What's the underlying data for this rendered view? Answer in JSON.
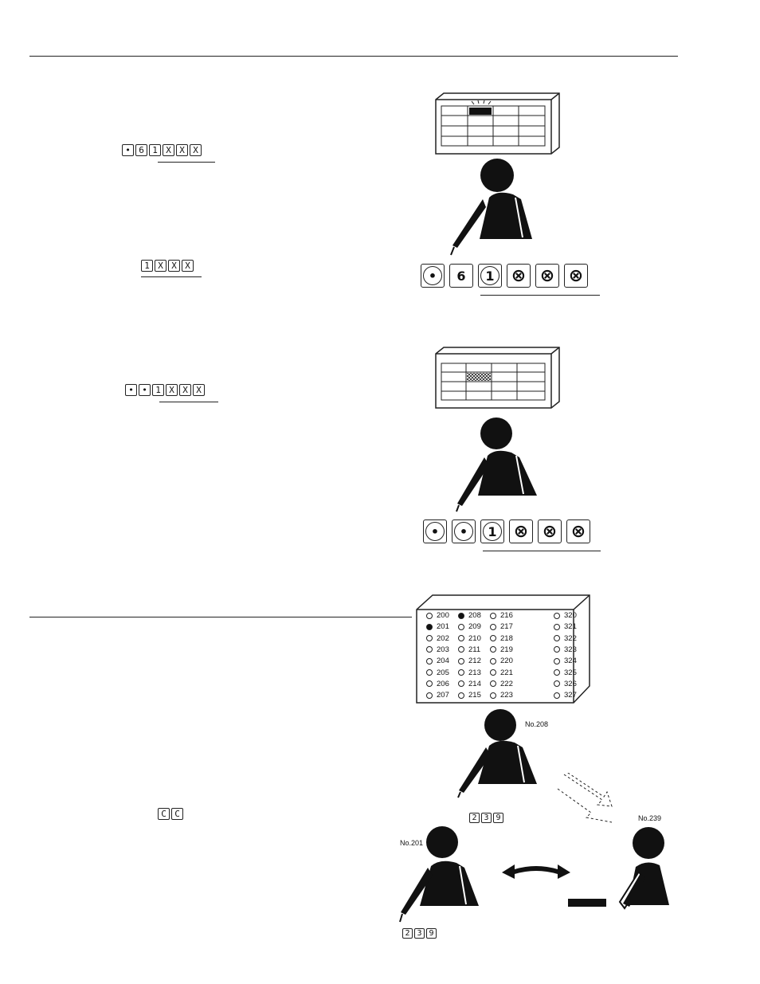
{
  "keys": {
    "seq1": [
      "•",
      "6",
      "1",
      "X",
      "X",
      "X"
    ],
    "seq2": [
      "1",
      "X",
      "X",
      "X"
    ],
    "seq3": [
      "•",
      "•",
      "1",
      "X",
      "X",
      "X"
    ],
    "seq4": [
      "C",
      "C"
    ],
    "dial": [
      "2",
      "3",
      "9"
    ]
  },
  "big_keys": {
    "seq1": [
      "•",
      "6",
      "1",
      "⊗",
      "⊗",
      "⊗"
    ],
    "seq2": [
      "•",
      "•",
      "1",
      "⊗",
      "⊗",
      "⊗"
    ]
  },
  "panel": {
    "col1": [
      "200",
      "201",
      "202",
      "203",
      "204",
      "205",
      "206",
      "207"
    ],
    "col2": [
      "208",
      "209",
      "210",
      "211",
      "212",
      "213",
      "214",
      "215"
    ],
    "col3": [
      "216",
      "217",
      "218",
      "219",
      "220",
      "221",
      "222",
      "223"
    ],
    "col4": [
      "320",
      "321",
      "322",
      "323",
      "324",
      "325",
      "326",
      "327"
    ],
    "lit": [
      "201",
      "208"
    ]
  },
  "labels": {
    "no208": "No.208",
    "no201": "No.201",
    "no239": "No.239"
  }
}
